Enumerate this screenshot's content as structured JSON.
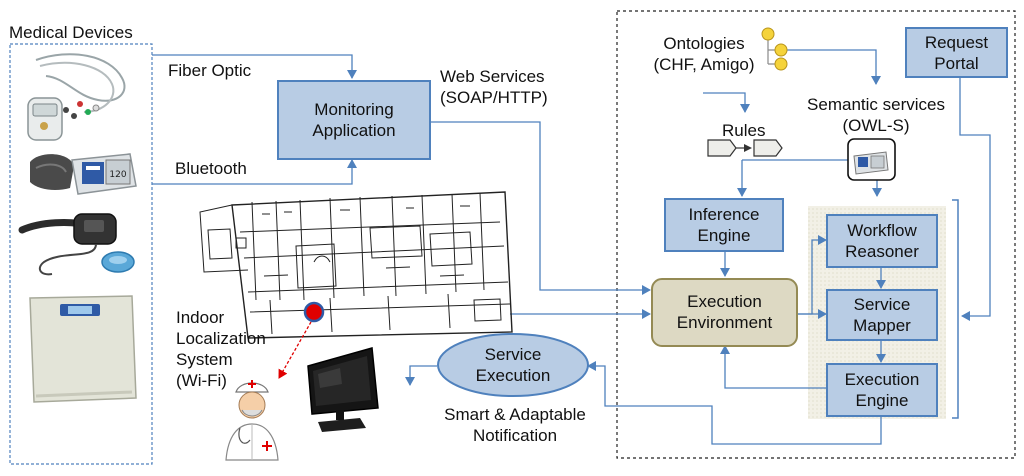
{
  "labels": {
    "medical_devices": "Medical Devices",
    "fiber_optic": "Fiber Optic",
    "bluetooth": "Bluetooth",
    "web_services": "Web Services\n(SOAP/HTTP)",
    "indoor_localization": "Indoor\nLocalization\nSystem\n(Wi-Fi)",
    "smart_notification": "Smart & Adaptable\nNotification",
    "ontologies": "Ontologies\n(CHF, Amigo)",
    "rules": "Rules",
    "semantic_services": "Semantic services\n(OWL-S)"
  },
  "boxes": {
    "monitoring_application": "Monitoring\nApplication",
    "request_portal": "Request\nPortal",
    "inference_engine": "Inference\nEngine",
    "execution_environment": "Execution\nEnvironment",
    "workflow_reasoner": "Workflow\nReasoner",
    "service_mapper": "Service\nMapper",
    "execution_engine": "Execution\nEngine",
    "service_execution": "Service\nExecution"
  },
  "colors": {
    "box_fill": "#b8cce4",
    "box_border": "#4f81bd",
    "exec_env_fill": "#ddd9c3",
    "exec_env_border": "#948a54",
    "connector": "#4f81bd",
    "alert_arrow": "#e00000",
    "location_marker": "#e00000",
    "ontology_node": "#f5d33b"
  },
  "icons": [
    "ecg-monitor-icon",
    "blood-pressure-monitor-icon",
    "wrist-pulse-oximeter-icon",
    "weight-scale-icon",
    "floor-plan-icon",
    "location-marker-icon",
    "television-icon",
    "doctor-icon",
    "ontology-tree-icon",
    "rule-chain-icon",
    "semantic-service-device-icon"
  ]
}
